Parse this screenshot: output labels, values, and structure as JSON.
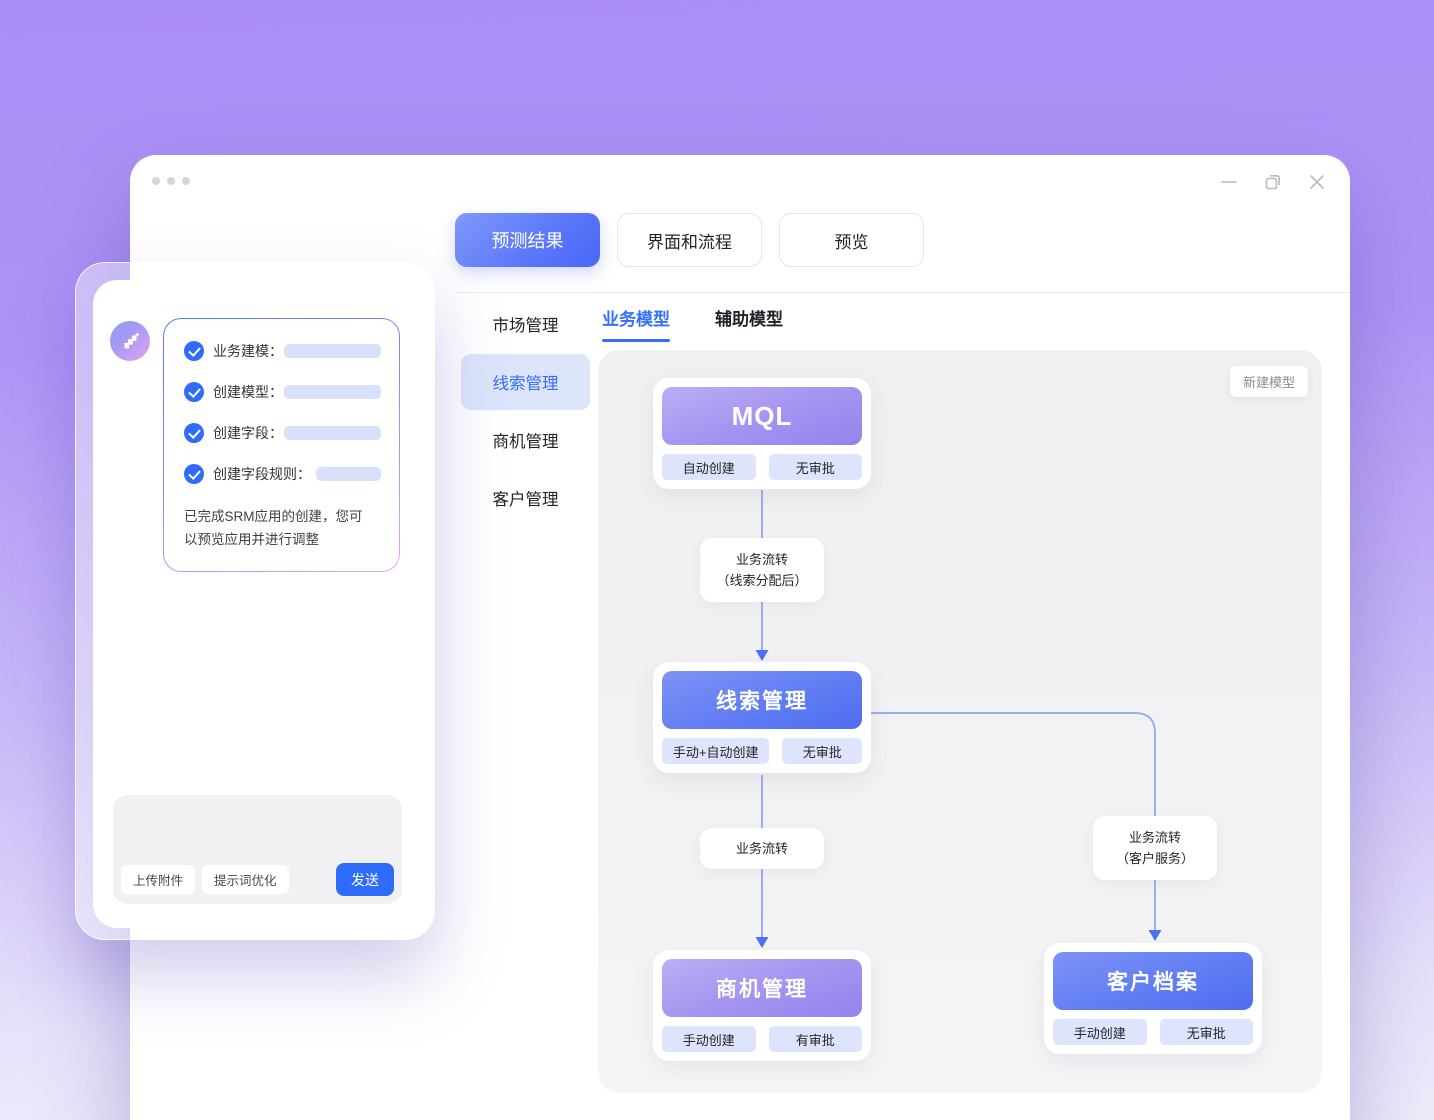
{
  "colors": {
    "accent_blue": "#3370ff",
    "send_button": "#2e6bfb",
    "tag_bg": "#dee4fb",
    "connector_line": "#9ab0f5",
    "connector_arrow": "#4b72f5",
    "header_blue_gradient": [
      "#7e93f7",
      "#4e6cf0"
    ],
    "header_purple_gradient": [
      "#bcaef5",
      "#9383ee"
    ]
  },
  "window": {
    "top_tabs": [
      {
        "label": "预测结果",
        "active": true
      },
      {
        "label": "界面和流程",
        "active": false
      },
      {
        "label": "预览",
        "active": false
      }
    ],
    "sidebar": [
      {
        "label": "市场管理",
        "active": false
      },
      {
        "label": "线索管理",
        "active": true
      },
      {
        "label": "商机管理",
        "active": false
      },
      {
        "label": "客户管理",
        "active": false
      }
    ],
    "model_tabs": [
      {
        "label": "业务模型",
        "active": true
      },
      {
        "label": "辅助模型",
        "active": false
      }
    ]
  },
  "canvas": {
    "new_model_button": "新建模型",
    "nodes": [
      {
        "title": "MQL",
        "style": "purple",
        "tags": [
          "自动创建",
          "无审批"
        ]
      },
      {
        "title": "线索管理",
        "style": "blue",
        "tags": [
          "手动+自动创建",
          "无审批"
        ]
      },
      {
        "title": "商机管理",
        "style": "purple",
        "tags": [
          "手动创建",
          "有审批"
        ]
      },
      {
        "title": "客户档案",
        "style": "blue",
        "tags": [
          "手动创建",
          "无审批"
        ]
      }
    ],
    "edge_labels": [
      {
        "line1": "业务流转",
        "line2": "（线索分配后）"
      },
      {
        "line1": "业务流转",
        "line2": ""
      },
      {
        "line1": "业务流转",
        "line2": "（客户服务）"
      }
    ]
  },
  "chat": {
    "checklist": [
      {
        "label": "业务建模："
      },
      {
        "label": "创建模型："
      },
      {
        "label": "创建字段："
      },
      {
        "label": "创建字段规则："
      }
    ],
    "message": "已完成SRM应用的创建，您可以预览应用并进行调整",
    "input": {
      "upload_label": "上传附件",
      "optimize_label": "提示词优化",
      "send_label": "发送"
    }
  }
}
